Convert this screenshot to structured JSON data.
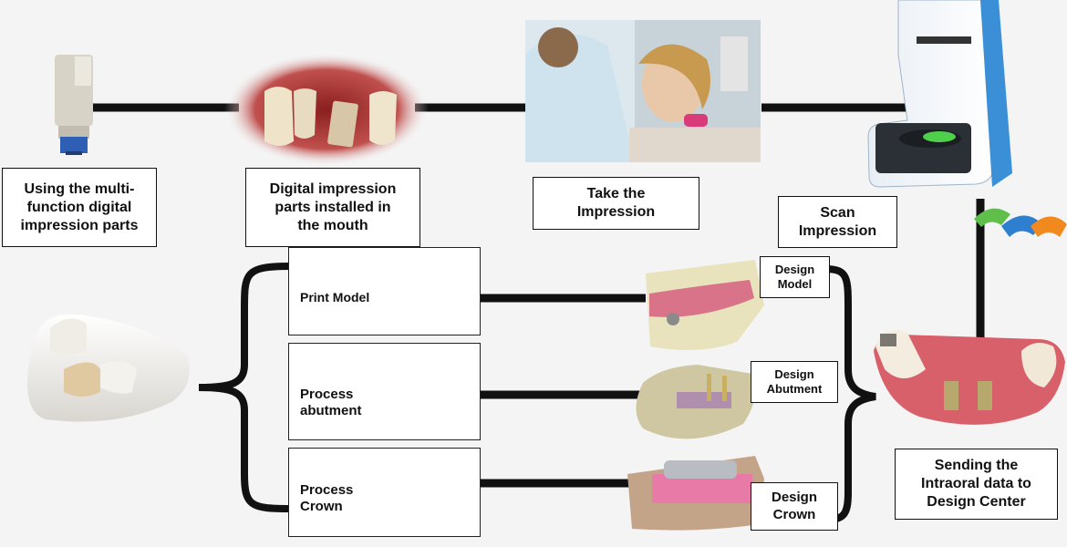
{
  "labels": {
    "multi_parts": "Using the multi-\nfunction digital\nimpression parts",
    "installed": "Digital impression\nparts installed in\nthe mouth",
    "take_impression": "Take the\nImpression",
    "scan_impression": "Scan\nImpression",
    "sending": "Sending the\nIntraoral data to\nDesign Center",
    "design_model": "Design\nModel",
    "design_abutment": "Design\nAbutment",
    "design_crown": "Design\nCrown"
  },
  "steps": {
    "print_model": "Print Model",
    "process_abutment": "Process\nabutment",
    "process_crown": "Process\nCrown"
  },
  "colors": {
    "line": "#111111",
    "scanner_blue": "#3a8fd6",
    "resin_tan": "#d8c7a0",
    "gum_pink": "#e89aa0",
    "scrub_blue": "#cfe3ef"
  }
}
